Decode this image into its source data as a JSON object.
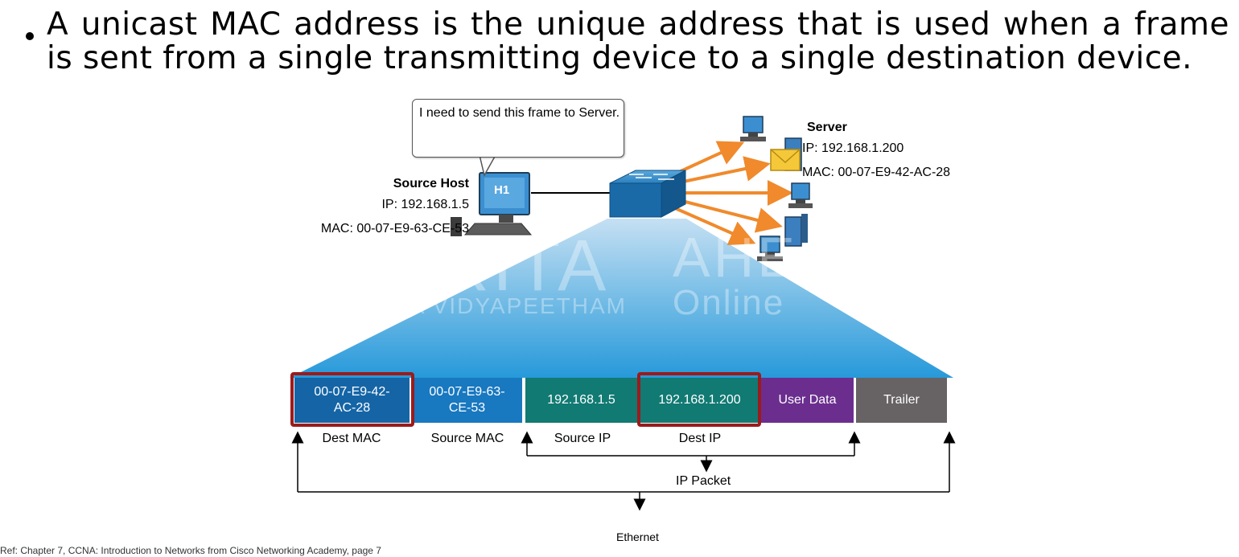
{
  "bullet": {
    "text": "A unicast MAC address is the unique address that is used when a frame is sent from a single transmitting device to a single destination device."
  },
  "callout": {
    "text": "I need to send this frame to Server."
  },
  "source_host": {
    "title": "Source Host",
    "ip": "IP: 192.168.1.5",
    "mac": "MAC: 00-07-E9-63-CE-53",
    "badge": "H1"
  },
  "server": {
    "title": "Server",
    "ip": "IP: 192.168.1.200",
    "mac": "MAC: 00-07-E9-42-AC-28"
  },
  "frame": {
    "cells": [
      {
        "text": "00-07-E9-42-AC-28",
        "line1": "00-07-E9-42-",
        "line2": "AC-28",
        "color": "#1565a6"
      },
      {
        "text": "00-07-E9-63-CE-53",
        "line1": "00-07-E9-63-",
        "line2": "CE-53",
        "color": "#1878c0"
      },
      {
        "text": "192.168.1.5",
        "line1": "192.168.1.5",
        "line2": "",
        "color": "#117a73"
      },
      {
        "text": "192.168.1.200",
        "line1": "192.168.1.200",
        "line2": "",
        "color": "#117a73"
      },
      {
        "text": "User Data",
        "line1": "User Data",
        "line2": "",
        "color": "#6b2e8f"
      },
      {
        "text": "Trailer",
        "line1": "Trailer",
        "line2": "",
        "color": "#676264"
      }
    ],
    "field_names": [
      "Dest MAC",
      "Source MAC",
      "Source IP",
      "Dest IP"
    ],
    "ip_packet_label": "IP Packet",
    "ethernet_label": "Ethernet"
  },
  "watermark": {
    "main": "AMRITA",
    "side": "AHEAD",
    "sub": "VISHWA VIDYAPEETHAM",
    "side_sub": "Online"
  },
  "footer": {
    "text": "Ref: Chapter 7, CCNA: Introduction to Networks from Cisco Networking Academy, page 7"
  },
  "colors": {
    "highlight": "#9b1b1b",
    "arrow": "#f08a2c",
    "switch": "#1a6aa8",
    "funnel_top": "#b9d9f0",
    "funnel_bottom": "#1b94d8"
  }
}
